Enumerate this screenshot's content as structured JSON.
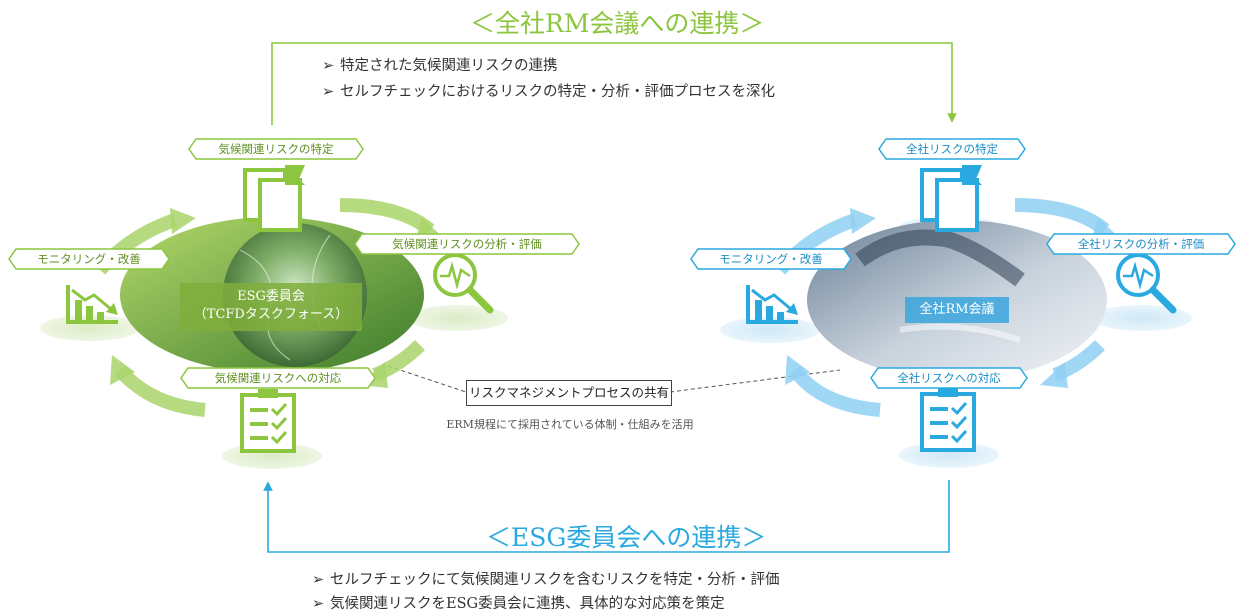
{
  "top": {
    "title": "＜全社RM会議への連携＞",
    "bullets": [
      "特定された気候関連リスクの連携",
      "セルフチェックにおけるリスクの特定・分析・評価プロセスを深化"
    ]
  },
  "bottom": {
    "title": "＜ESG委員会への連携＞",
    "bullets": [
      "セルフチェックにて気候関連リスクを含むリスクを特定・分析・評価",
      "気候関連リスクをESG委員会に連携、具体的な対応策を策定"
    ]
  },
  "bullet_mark": "➢",
  "left_cycle": {
    "center_line1": "ESG委員会",
    "center_line2": "（TCFDタスクフォース）",
    "identify": "気候関連リスクの特定",
    "analyze": "気候関連リスクの分析・評価",
    "respond": "気候関連リスクへの対応",
    "monitor": "モニタリング・改善"
  },
  "right_cycle": {
    "center": "全社RM会議",
    "identify": "全社リスクの特定",
    "analyze": "全社リスクの分析・評価",
    "respond": "全社リスクへの対応",
    "monitor": "モニタリング・改善"
  },
  "shared": {
    "label": "リスクマネジメントプロセスの共有",
    "note": "ERM規程にて採用されている体制・仕組みを活用"
  },
  "colors": {
    "green": "#8cc63f",
    "blue": "#29a9e0"
  }
}
